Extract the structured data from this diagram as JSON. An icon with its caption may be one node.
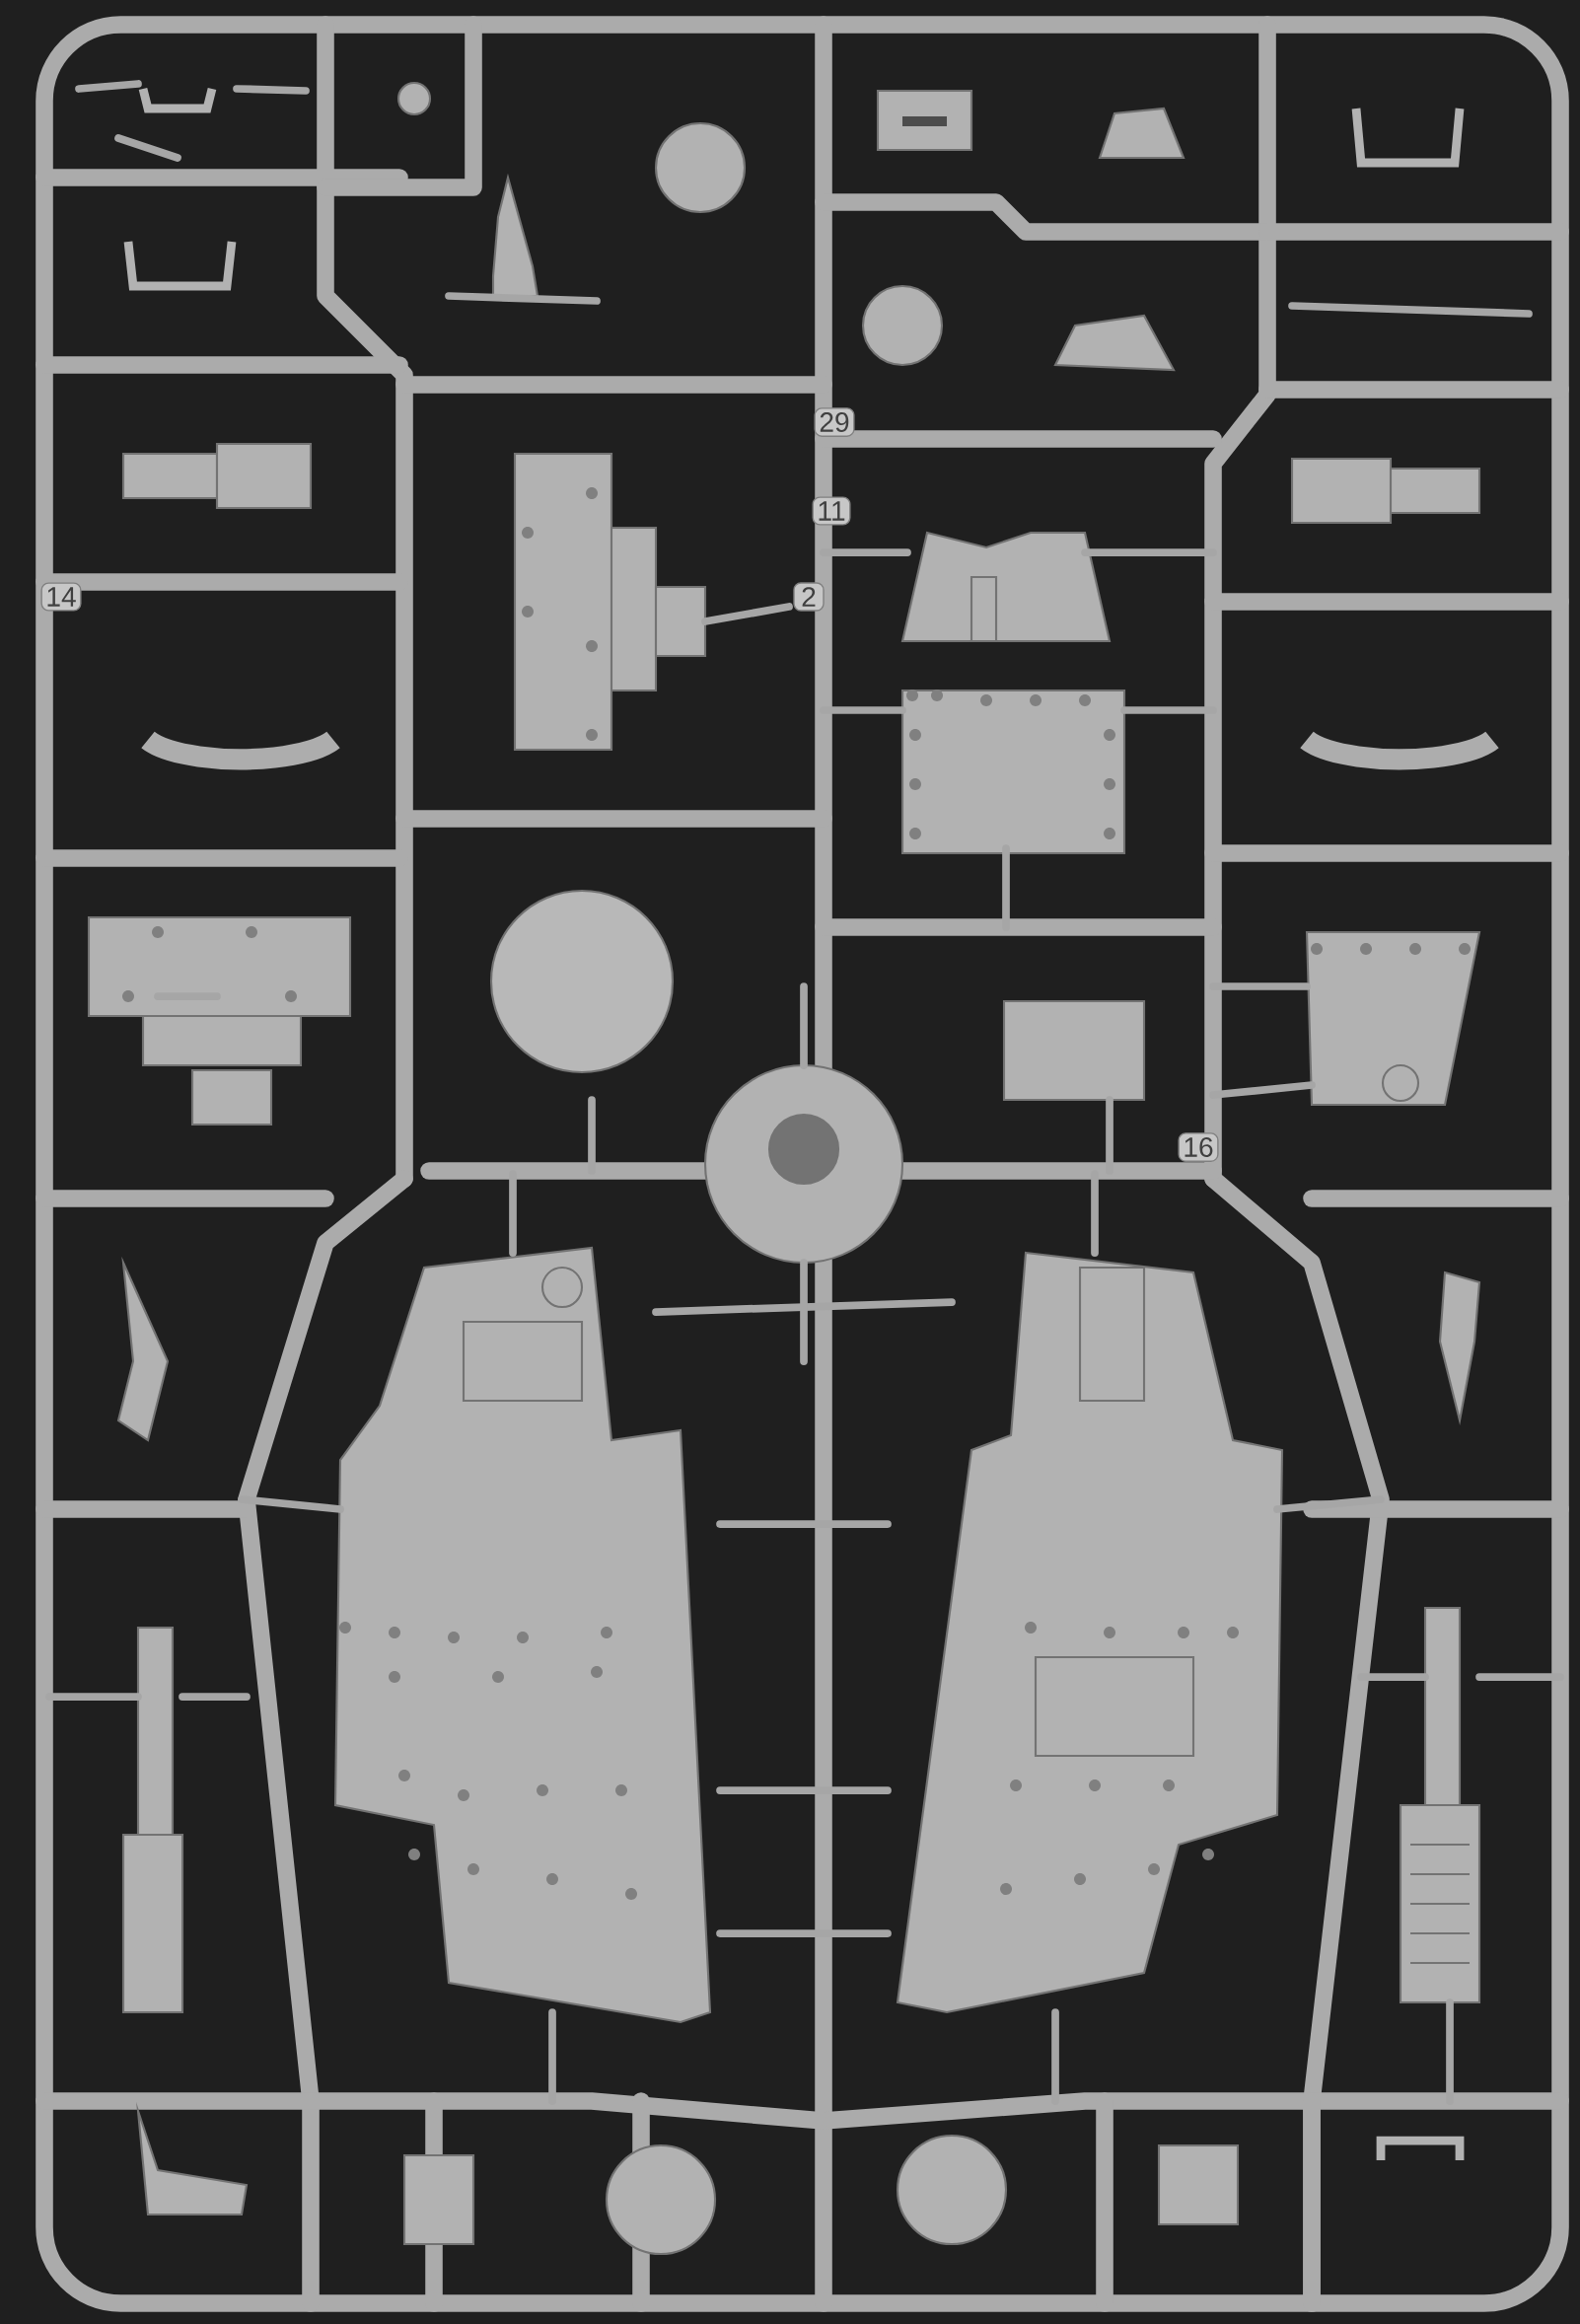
{
  "diagram": {
    "labels": [
      "29",
      "11",
      "14",
      "2",
      "16"
    ]
  }
}
